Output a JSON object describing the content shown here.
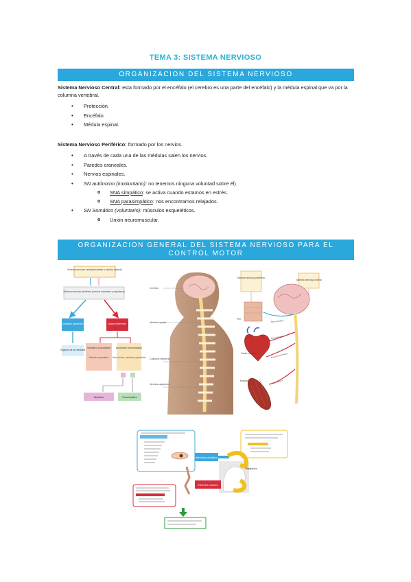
{
  "doc": {
    "title": "TEMA 3: SISTEMA NERVIOSO"
  },
  "section1": {
    "heading": "ORGANIZACION DEL SISTEMA NERVIOSO",
    "snc": {
      "term": "Sistema Nervioso Central:",
      "text": " esta formado por el encéfalo (el cerebro es una parte del encéfalo) y la médula espinal que va por la columna vertebral.",
      "items": [
        "Protección.",
        "Encéfalo.",
        "Médula espinal."
      ]
    },
    "snp": {
      "term": "Sistema Nervioso Periférico:",
      "text": " formado por los nervios.",
      "items": [
        "A través de cada una de las médulas salen los nervios.",
        "Paredes craneales.",
        "Nervios espinales."
      ],
      "autonomo": {
        "term": "SN autónomo (involuntario):",
        "text": " no tenemos ninguna voluntad sobre él)."
      },
      "simpatico": {
        "term": "SNA simpático",
        "text": ": se activa cuando estamos en estrés."
      },
      "parasimpatico": {
        "term": "SNA parasimpático",
        "text": ": nos encontramos relajados."
      },
      "somatico": {
        "term": "SN Somático (voluntario):",
        "text": " músculos esqueléticos."
      },
      "union": "Unión neuromuscular."
    }
  },
  "section2": {
    "heading": "ORGANIZACION GENERAL DEL SISTEMA NERVIOSO PARA EL CONTROL MOTOR"
  },
  "diagram1": {
    "snc": "Sistema nervioso central (encéfalo y médula espinal)",
    "snp": "Sistema nervioso periférico (nervios craneales y raquídeos)",
    "sensitivo": "Sensitivo (aferente)",
    "motor": "Motor (eferente)",
    "organos": "Órganos de los sentidos",
    "somatico": "Somático (voluntario)",
    "autonomo": "Autónomo (involuntario)",
    "musculo": "Músculo esquelético",
    "musculo_liso": "Músculo liso, cardíaco y glándulas",
    "simpatico": "Simpático",
    "parasimpatico": "Parasimpático",
    "colors": {
      "sensory": "#3ca8dc",
      "motor": "#d42e3c",
      "somatic": "#f5c9b8",
      "autonomic": "#f9e4b8",
      "sympathetic": "#e6b6d8",
      "parasympathetic": "#b8e0b8"
    }
  },
  "diagram2": {
    "cerebro": "Cerebro",
    "medula": "Médula espinal",
    "columna": "Columna vertebral",
    "nervios": "Nervios raquídeos"
  },
  "diagram3": {
    "periferico": "Sistema nervioso periférico",
    "central": "Sistema nervioso central",
    "piel": "Piel",
    "corazon": "Cardio muscular",
    "musculo": "Músculo",
    "f1": "fibra sensitiva",
    "f2": "fibra simpática",
    "f3": "fibra parasimpática",
    "f4": "fibra motora"
  },
  "diagram4": {
    "aferentes": "Aferentes sensitivos",
    "integracion": "Integración",
    "eferentes": "Eferentes motores"
  }
}
